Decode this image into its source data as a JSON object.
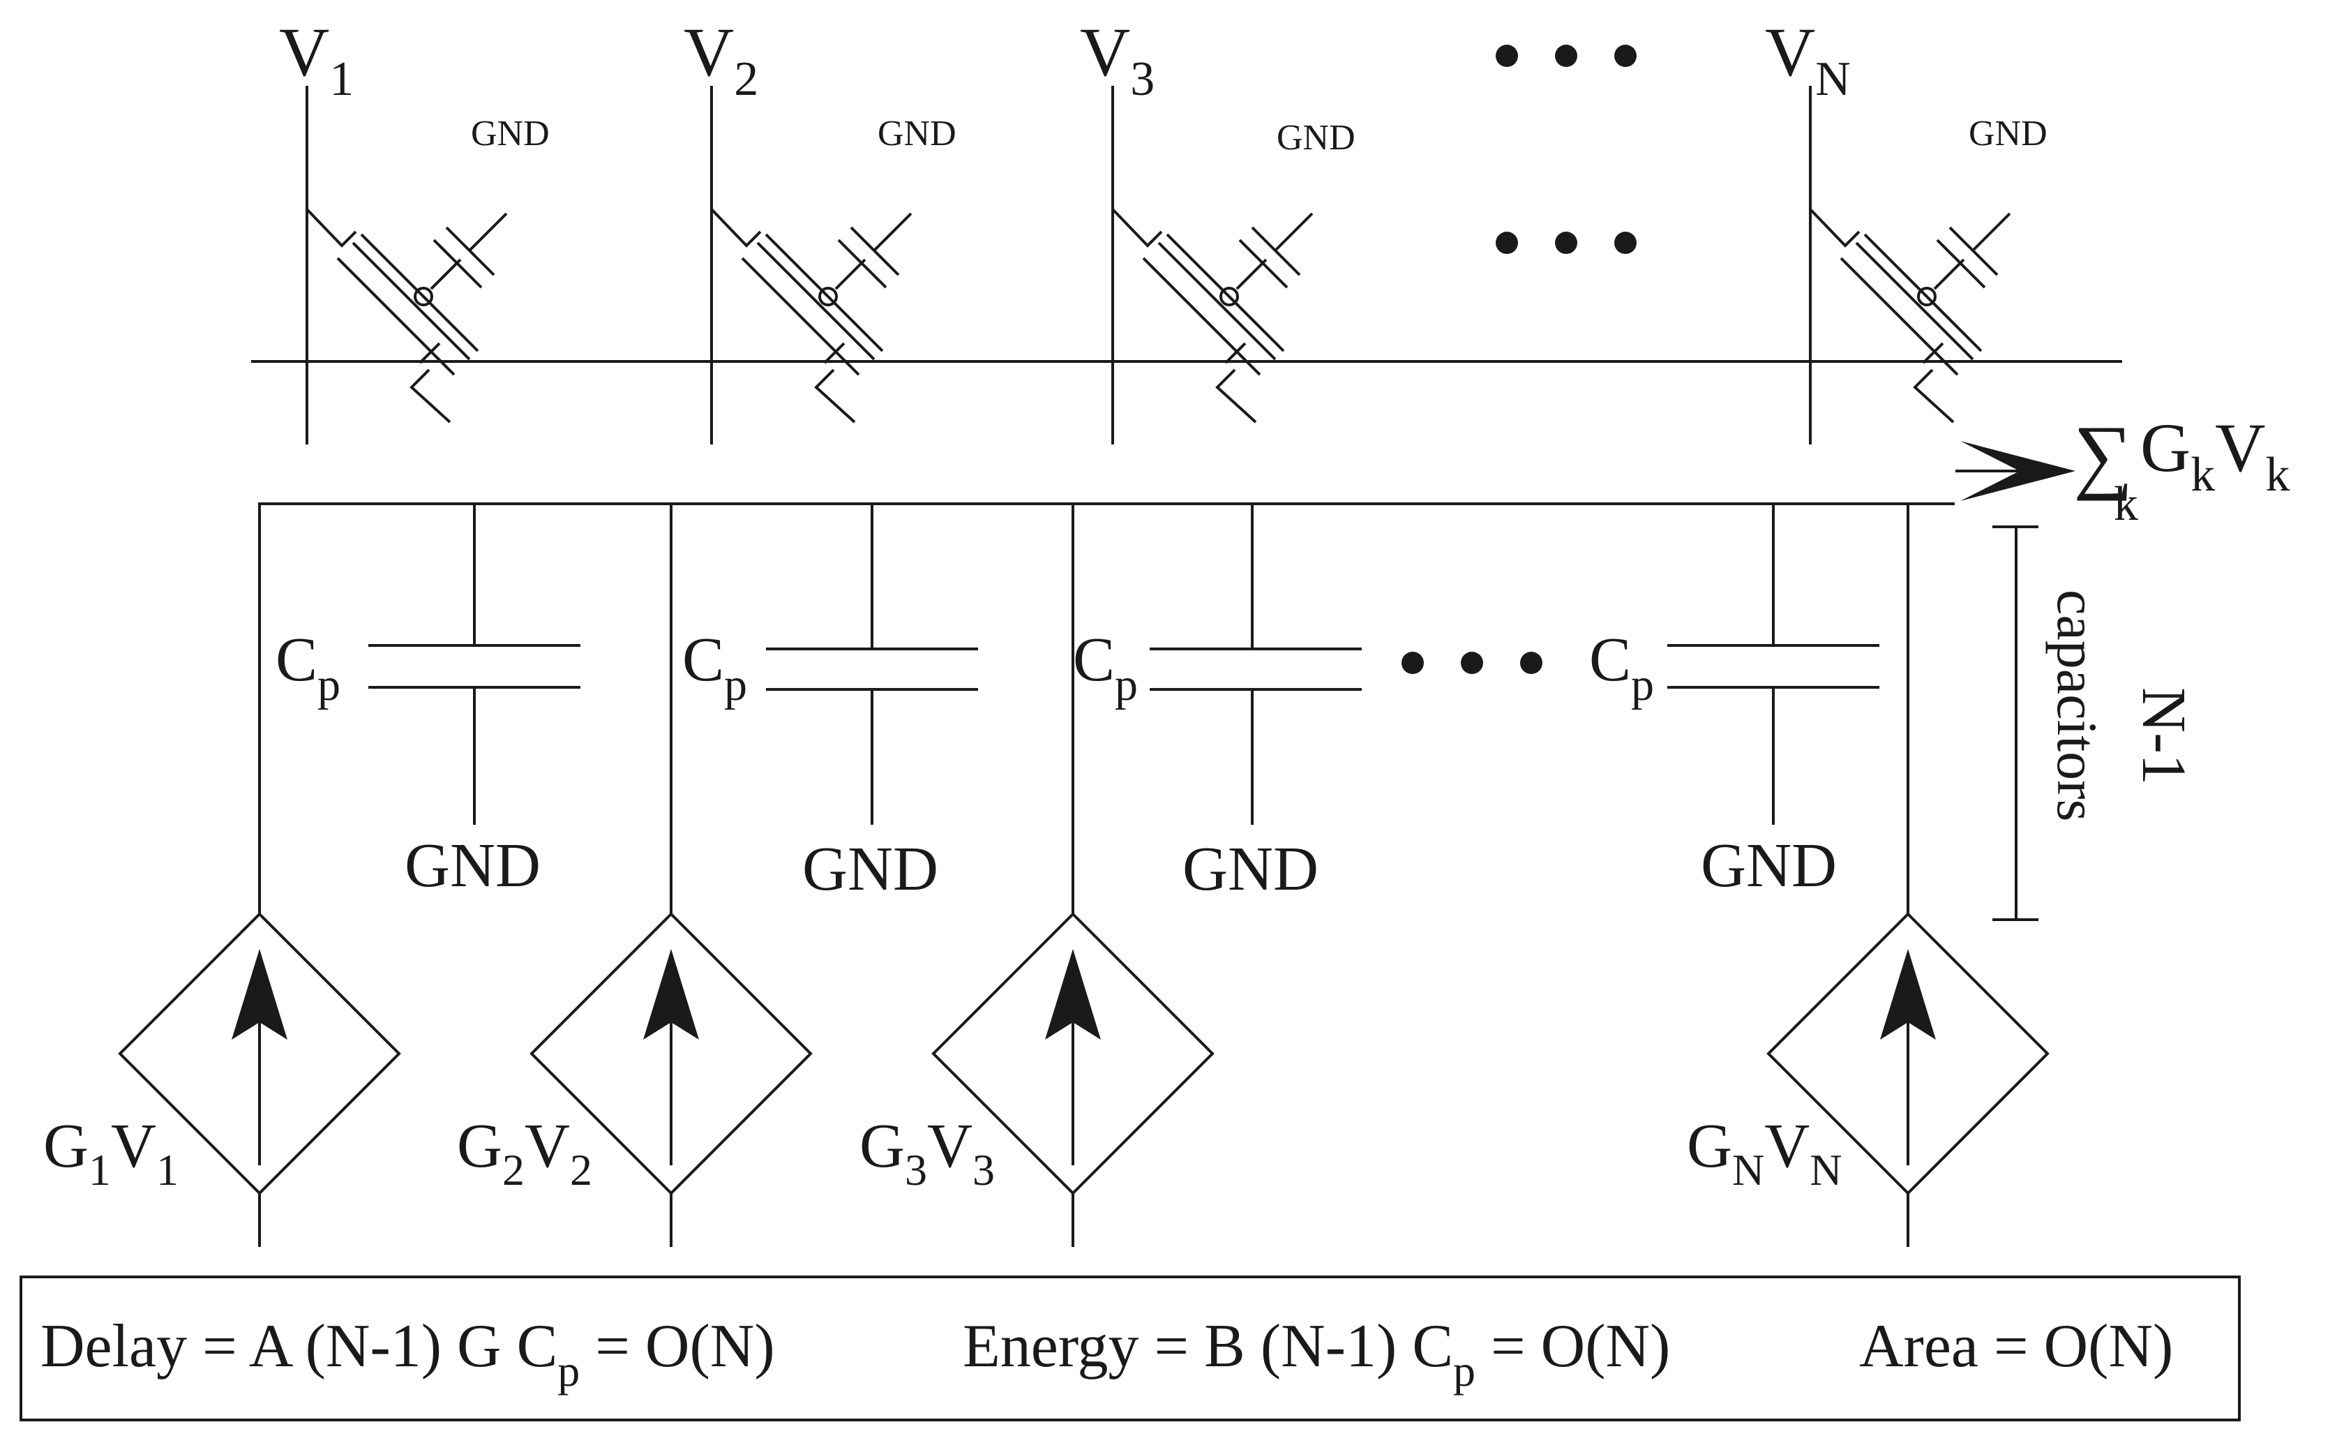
{
  "top_labels": {
    "v1_base": "V",
    "v1_sub": "1",
    "v2_base": "V",
    "v2_sub": "2",
    "v3_base": "V",
    "v3_sub": "3",
    "vn_base": "V",
    "vn_sub": "N"
  },
  "gnd": "GND",
  "sum_output": {
    "sigma": "∑",
    "sub_k": "k",
    "g": "G",
    "v": "V",
    "k": "k"
  },
  "cap": {
    "base": "C",
    "sub": "p"
  },
  "n_minus_1": "N-1",
  "capacitors": "capacitors",
  "sources": {
    "s1": {
      "g": "G",
      "gs": "1",
      "v": "V",
      "vs": "1"
    },
    "s2": {
      "g": "G",
      "gs": "2",
      "v": "V",
      "vs": "2"
    },
    "s3": {
      "g": "G",
      "gs": "3",
      "v": "V",
      "vs": "3"
    },
    "sn": {
      "g": "G",
      "gs": "N",
      "v": "V",
      "vs": "N"
    }
  },
  "formula": {
    "delay_a": "Delay = A (N-1) G C",
    "delay_sub": "p",
    "delay_b": " = O(N)",
    "energy_a": "Energy = B (N-1) C",
    "energy_sub": "p",
    "energy_b": " =  O(N)",
    "area": "Area = O(N)"
  }
}
